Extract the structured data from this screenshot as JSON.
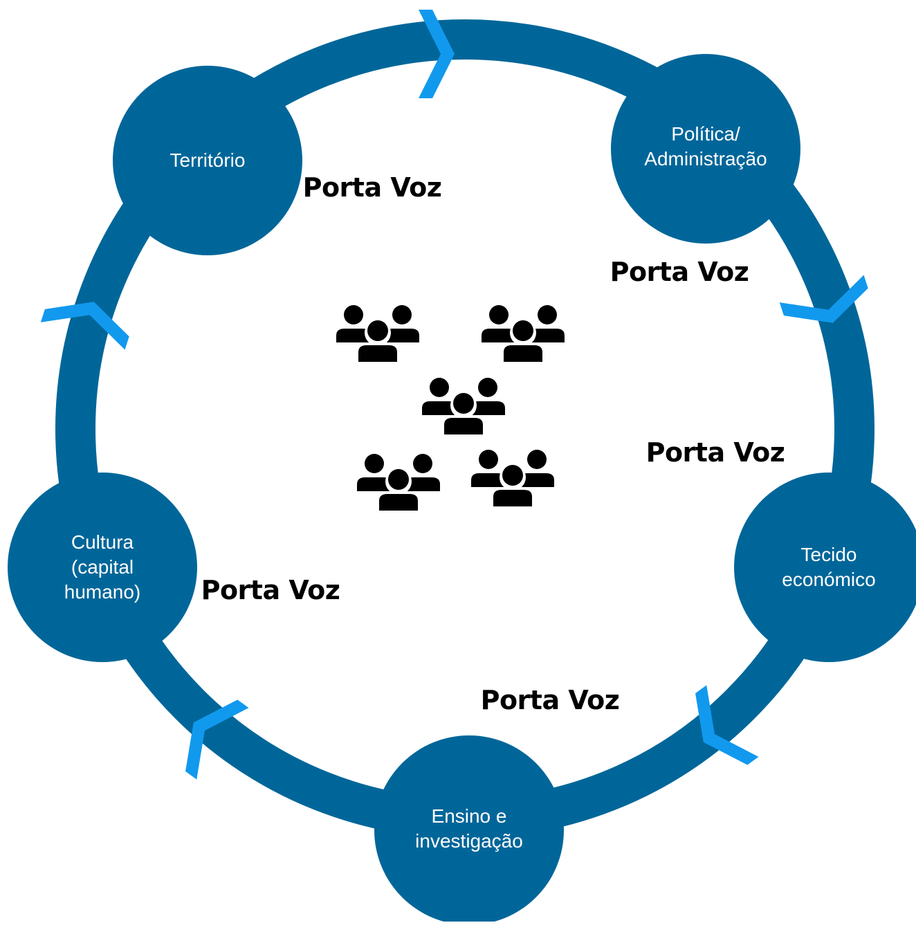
{
  "colors": {
    "ring": "#006699",
    "node": "#006699",
    "arrow": "#1199ee",
    "groups": "#000000",
    "background": "#ffffff"
  },
  "nodes": [
    {
      "id": "territorio",
      "label": "Território"
    },
    {
      "id": "politica",
      "label": "Política/\nAdministração"
    },
    {
      "id": "tecido",
      "label": "Tecido\neconómico"
    },
    {
      "id": "ensino",
      "label": "Ensino e\ninvestigação"
    },
    {
      "id": "cultura",
      "label": "Cultura\n(capital\nhumano)"
    }
  ],
  "spokespersons": [
    {
      "label": "Porta Voz"
    },
    {
      "label": "Porta Voz"
    },
    {
      "label": "Porta Voz"
    },
    {
      "label": "Porta Voz"
    },
    {
      "label": "Porta Voz"
    }
  ],
  "icons": {
    "arrow": "chevron-arrow-icon",
    "group": "people-group-icon"
  },
  "group_count": 5
}
